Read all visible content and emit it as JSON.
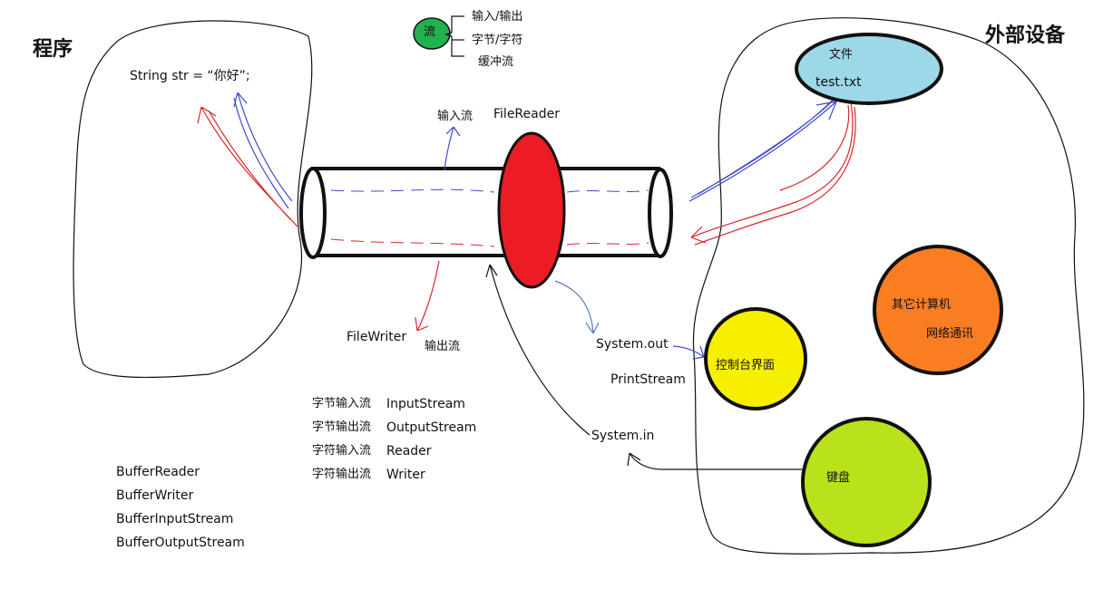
{
  "program": {
    "title": "程序",
    "code": "String str = “你好”;"
  },
  "external": {
    "title": "外部设备"
  },
  "legend": {
    "badge": "流",
    "items": [
      "输入/输出",
      "字节/字符",
      "缓冲流"
    ]
  },
  "pipe": {
    "input_label": "输入流",
    "reader_label": "FileReader",
    "writer_label": "FileWriter",
    "output_label": "输出流"
  },
  "devices": {
    "file": {
      "line1": "文件",
      "line2": "test.txt",
      "color": "#9dd8e9"
    },
    "console": {
      "label": "控制台界面",
      "color": "#f7ef00"
    },
    "network": {
      "line1": "其它计算机",
      "line2": "网络通讯",
      "color": "#fa7d22"
    },
    "keyboard": {
      "label": "键盘",
      "color": "#b8e21c"
    }
  },
  "streams": {
    "system_out": "System.out",
    "print_stream": "PrintStream",
    "system_in": "System.in"
  },
  "stream_types": [
    {
      "kind": "字节输入流",
      "cls": "InputStream"
    },
    {
      "kind": "字节输出流",
      "cls": "OutputStream"
    },
    {
      "kind": "字符输入流",
      "cls": "Reader"
    },
    {
      "kind": "字符输出流",
      "cls": "Writer"
    }
  ],
  "buffer_classes": [
    "BufferReader",
    "BufferWriter",
    "BufferInputStream",
    "BufferOutputStream"
  ],
  "colors": {
    "ring": "#ec1c24",
    "legend_badge": "#22b14c",
    "blue_ink": "#3f48cc",
    "red_ink": "#d9262b"
  }
}
